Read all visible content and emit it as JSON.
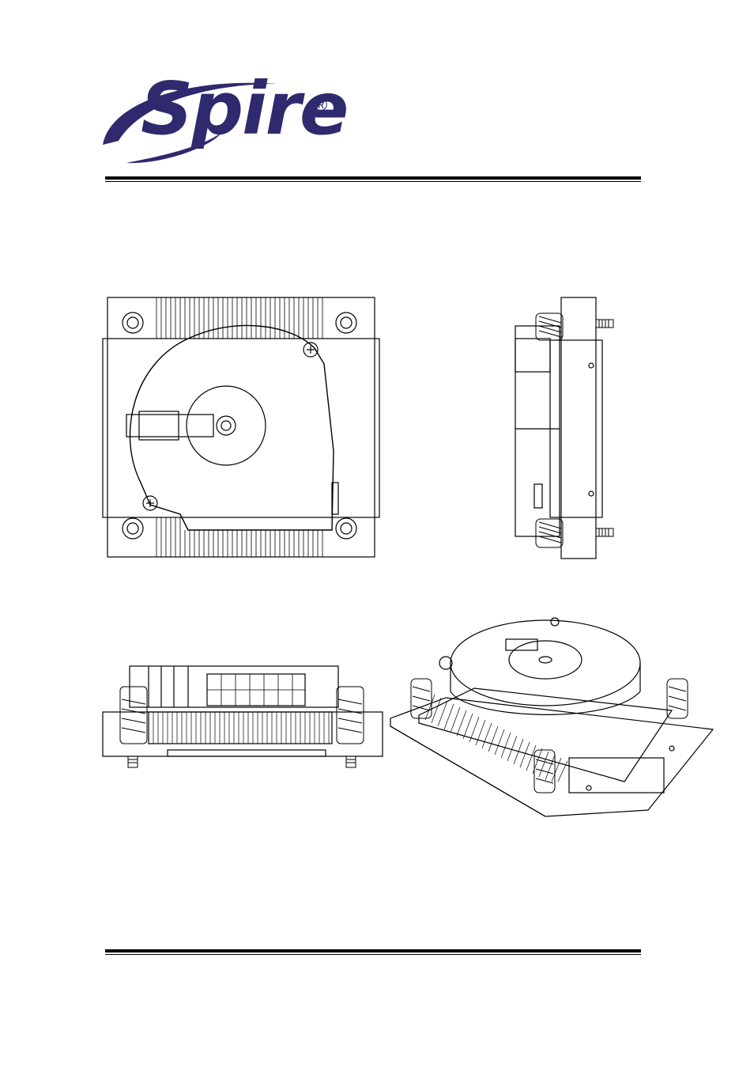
{
  "brand": {
    "name": "Spire",
    "trademark": "®",
    "color": "#2f2a6e"
  },
  "drawings": [
    {
      "id": "top-view",
      "icon": "heatsink-top-view"
    },
    {
      "id": "side-view",
      "icon": "heatsink-side-view"
    },
    {
      "id": "front-view",
      "icon": "heatsink-front-view"
    },
    {
      "id": "isometric-view",
      "icon": "heatsink-isometric-view"
    }
  ]
}
